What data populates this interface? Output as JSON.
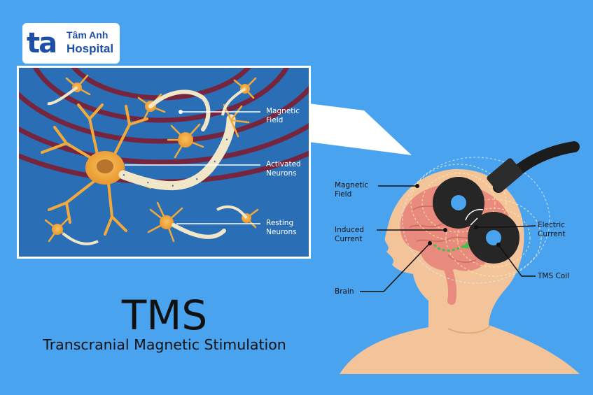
{
  "logo": {
    "mark": "ta",
    "name": "Tâm Anh",
    "sub": "Hospital"
  },
  "title": "TMS",
  "subtitle": "Transcranial Magnetic Stimulation",
  "inset_labels": {
    "magnetic_field_1": "Magnetic",
    "magnetic_field_2": "Field",
    "activated_1": "Activated",
    "activated_2": "Neurons",
    "resting_1": "Resting",
    "resting_2": "Neurons"
  },
  "head_labels": {
    "magnetic_field_1": "Magnetic",
    "magnetic_field_2": "Field",
    "induced_1": "Induced",
    "induced_2": "Current",
    "brain": "Brain",
    "electric_1": "Electric",
    "electric_2": "Current",
    "coil": "TMS Coil"
  },
  "colors": {
    "background": "#4aa3ee",
    "inset_background": "#2a6fb6",
    "field_arcs": "#7a2338",
    "neuron": "#f2a93b",
    "skin": "#f3c49a",
    "brain": "#e98a7e",
    "coil": "#262626",
    "current_arrow": "#3fc24a",
    "brand": "#1d4fa8"
  },
  "icons": {
    "logo": "ta-logo-mark"
  }
}
